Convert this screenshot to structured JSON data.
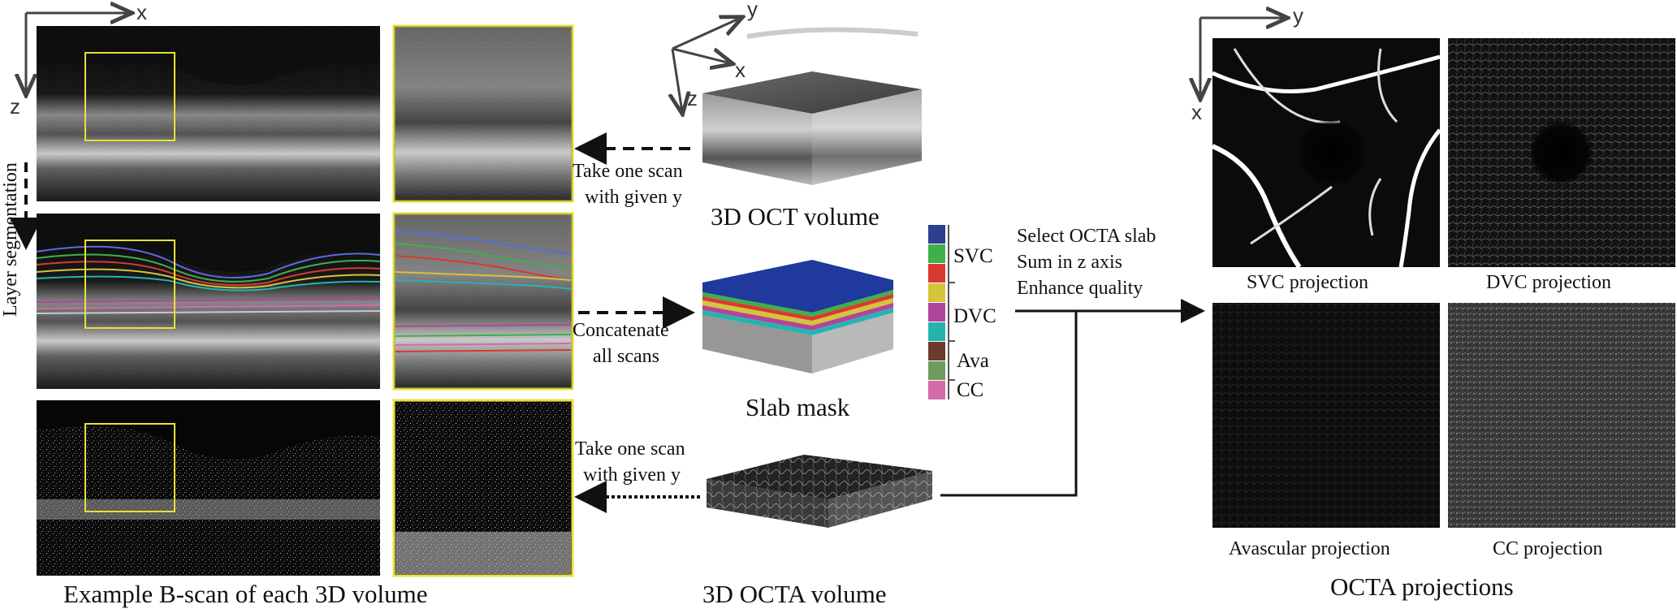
{
  "bscan_axes": {
    "x": "x",
    "z": "z",
    "layer_label": "Layer segmentation"
  },
  "bscan_caption": "Example B-scan of each 3D volume",
  "arrows": {
    "oct_take_scan_1": "Take one scan",
    "oct_take_scan_2": "with given y",
    "concat_1": "Concatenate",
    "concat_2": "all scans",
    "octa_take_scan_1": "Take one scan",
    "octa_take_scan_2": "with given y"
  },
  "volumes": {
    "oct_label": "3D OCT volume",
    "slab_label": "Slab mask",
    "octa_label": "3D OCTA volume",
    "axis_x": "x",
    "axis_y": "y",
    "axis_z": "z"
  },
  "slab_legend": {
    "groups": [
      "SVC",
      "DVC",
      "Ava",
      "CC"
    ],
    "colors": [
      "#2e3f8f",
      "#3fb04a",
      "#d83a32",
      "#d4c43a",
      "#b0469a",
      "#26b3b0",
      "#6b3b2f",
      "#6f9a5e",
      "#d46aa8"
    ]
  },
  "steps": {
    "line1": "Select OCTA slab",
    "line2": "Sum in z axis",
    "line3": "Enhance quality"
  },
  "projections": {
    "axis_x": "x",
    "axis_y": "y",
    "svc": "SVC projection",
    "dvc": "DVC projection",
    "avascular": "Avascular projection",
    "cc": "CC projection",
    "caption": "OCTA projections"
  }
}
